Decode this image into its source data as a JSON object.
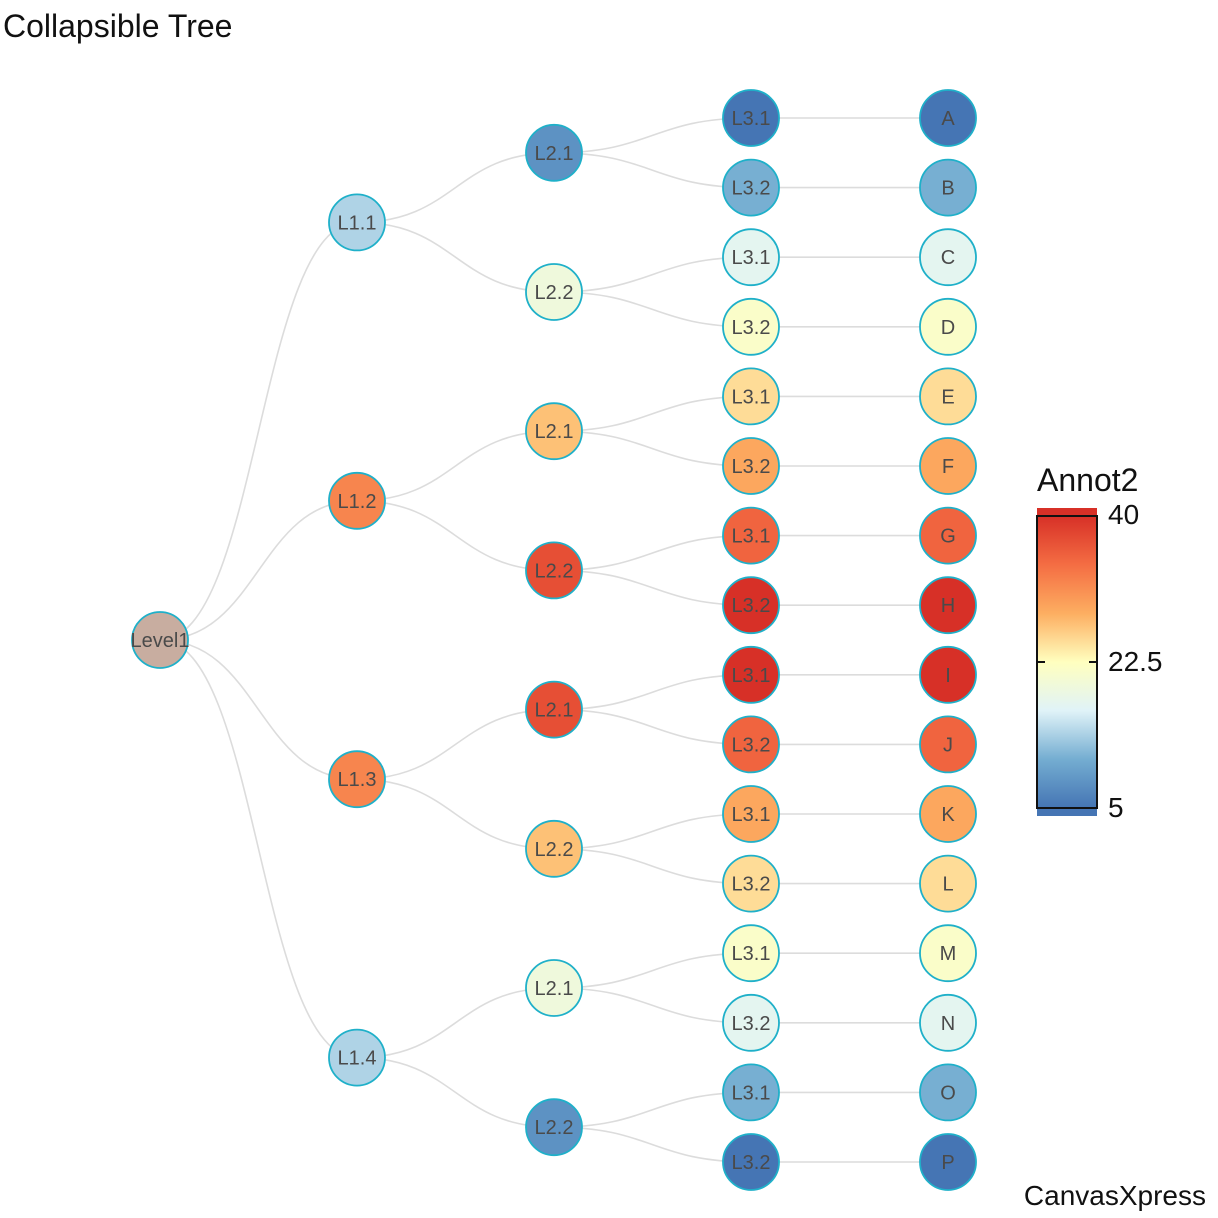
{
  "title": "Collapsible Tree",
  "brand": "CanvasXpress",
  "legend": {
    "title": "Annot2",
    "min": 5,
    "mid": 22.5,
    "max": 40,
    "min_label": "5",
    "mid_label": "22.5",
    "max_label": "40",
    "colors": [
      "#4575b4",
      "#74add1",
      "#e0f3f8",
      "#ffffbf",
      "#fdae61",
      "#f46d43",
      "#d73027"
    ]
  },
  "tree": {
    "label": "Level1",
    "value": 22.5,
    "color": "#c8ada0",
    "children": [
      {
        "label": "L1.1",
        "value": 14,
        "children": [
          {
            "label": "L2.1",
            "value": 8,
            "children": [
              {
                "label": "L3.1",
                "value": 5,
                "children": [
                  {
                    "label": "A",
                    "value": 5
                  }
                ]
              },
              {
                "label": "L3.2",
                "value": 11,
                "children": [
                  {
                    "label": "B",
                    "value": 11
                  }
                ]
              }
            ]
          },
          {
            "label": "L2.2",
            "value": 19.5,
            "children": [
              {
                "label": "L3.1",
                "value": 17.5,
                "children": [
                  {
                    "label": "C",
                    "value": 17.5
                  }
                ]
              },
              {
                "label": "L3.2",
                "value": 21.5,
                "children": [
                  {
                    "label": "D",
                    "value": 21.5
                  }
                ]
              }
            ]
          }
        ]
      },
      {
        "label": "L1.2",
        "value": 32,
        "children": [
          {
            "label": "L2.1",
            "value": 27,
            "children": [
              {
                "label": "L3.1",
                "value": 25,
                "children": [
                  {
                    "label": "E",
                    "value": 25
                  }
                ]
              },
              {
                "label": "L3.2",
                "value": 29,
                "children": [
                  {
                    "label": "F",
                    "value": 29
                  }
                ]
              }
            ]
          },
          {
            "label": "L2.2",
            "value": 37,
            "children": [
              {
                "label": "L3.1",
                "value": 35,
                "children": [
                  {
                    "label": "G",
                    "value": 35
                  }
                ]
              },
              {
                "label": "L3.2",
                "value": 40,
                "children": [
                  {
                    "label": "H",
                    "value": 40
                  }
                ]
              }
            ]
          }
        ]
      },
      {
        "label": "L1.3",
        "value": 32,
        "children": [
          {
            "label": "L2.1",
            "value": 37,
            "children": [
              {
                "label": "L3.1",
                "value": 40,
                "children": [
                  {
                    "label": "I",
                    "value": 40
                  }
                ]
              },
              {
                "label": "L3.2",
                "value": 35,
                "children": [
                  {
                    "label": "J",
                    "value": 35
                  }
                ]
              }
            ]
          },
          {
            "label": "L2.2",
            "value": 27,
            "children": [
              {
                "label": "L3.1",
                "value": 29,
                "children": [
                  {
                    "label": "K",
                    "value": 29
                  }
                ]
              },
              {
                "label": "L3.2",
                "value": 25,
                "children": [
                  {
                    "label": "L",
                    "value": 25
                  }
                ]
              }
            ]
          }
        ]
      },
      {
        "label": "L1.4",
        "value": 14,
        "children": [
          {
            "label": "L2.1",
            "value": 19.5,
            "children": [
              {
                "label": "L3.1",
                "value": 21.5,
                "children": [
                  {
                    "label": "M",
                    "value": 21.5
                  }
                ]
              },
              {
                "label": "L3.2",
                "value": 17.5,
                "children": [
                  {
                    "label": "N",
                    "value": 17.5
                  }
                ]
              }
            ]
          },
          {
            "label": "L2.2",
            "value": 8,
            "children": [
              {
                "label": "L3.1",
                "value": 11,
                "children": [
                  {
                    "label": "O",
                    "value": 11
                  }
                ]
              },
              {
                "label": "L3.2",
                "value": 5,
                "children": [
                  {
                    "label": "P",
                    "value": 5
                  }
                ]
              }
            ]
          }
        ]
      }
    ]
  }
}
